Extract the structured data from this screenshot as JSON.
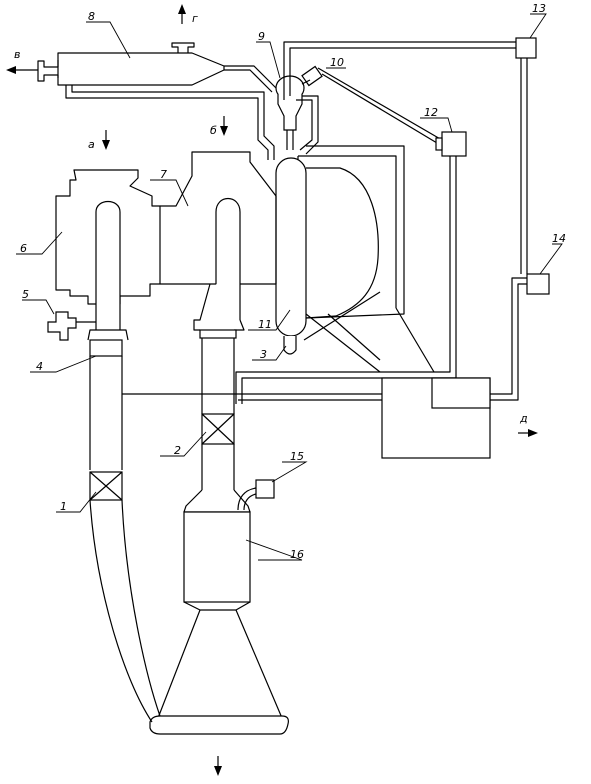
{
  "diagram": {
    "part_labels": {
      "p1": "1",
      "p2": "2",
      "p3": "3",
      "p4": "4",
      "p5": "5",
      "p6": "6",
      "p7": "7",
      "p8": "8",
      "p9": "9",
      "p10": "10",
      "p11": "11",
      "p12": "12",
      "p13": "13",
      "p14": "14",
      "p15": "15",
      "p16": "16"
    },
    "flow_labels": {
      "a": "а",
      "b": "б",
      "v": "в",
      "g": "г",
      "d": "д"
    }
  }
}
